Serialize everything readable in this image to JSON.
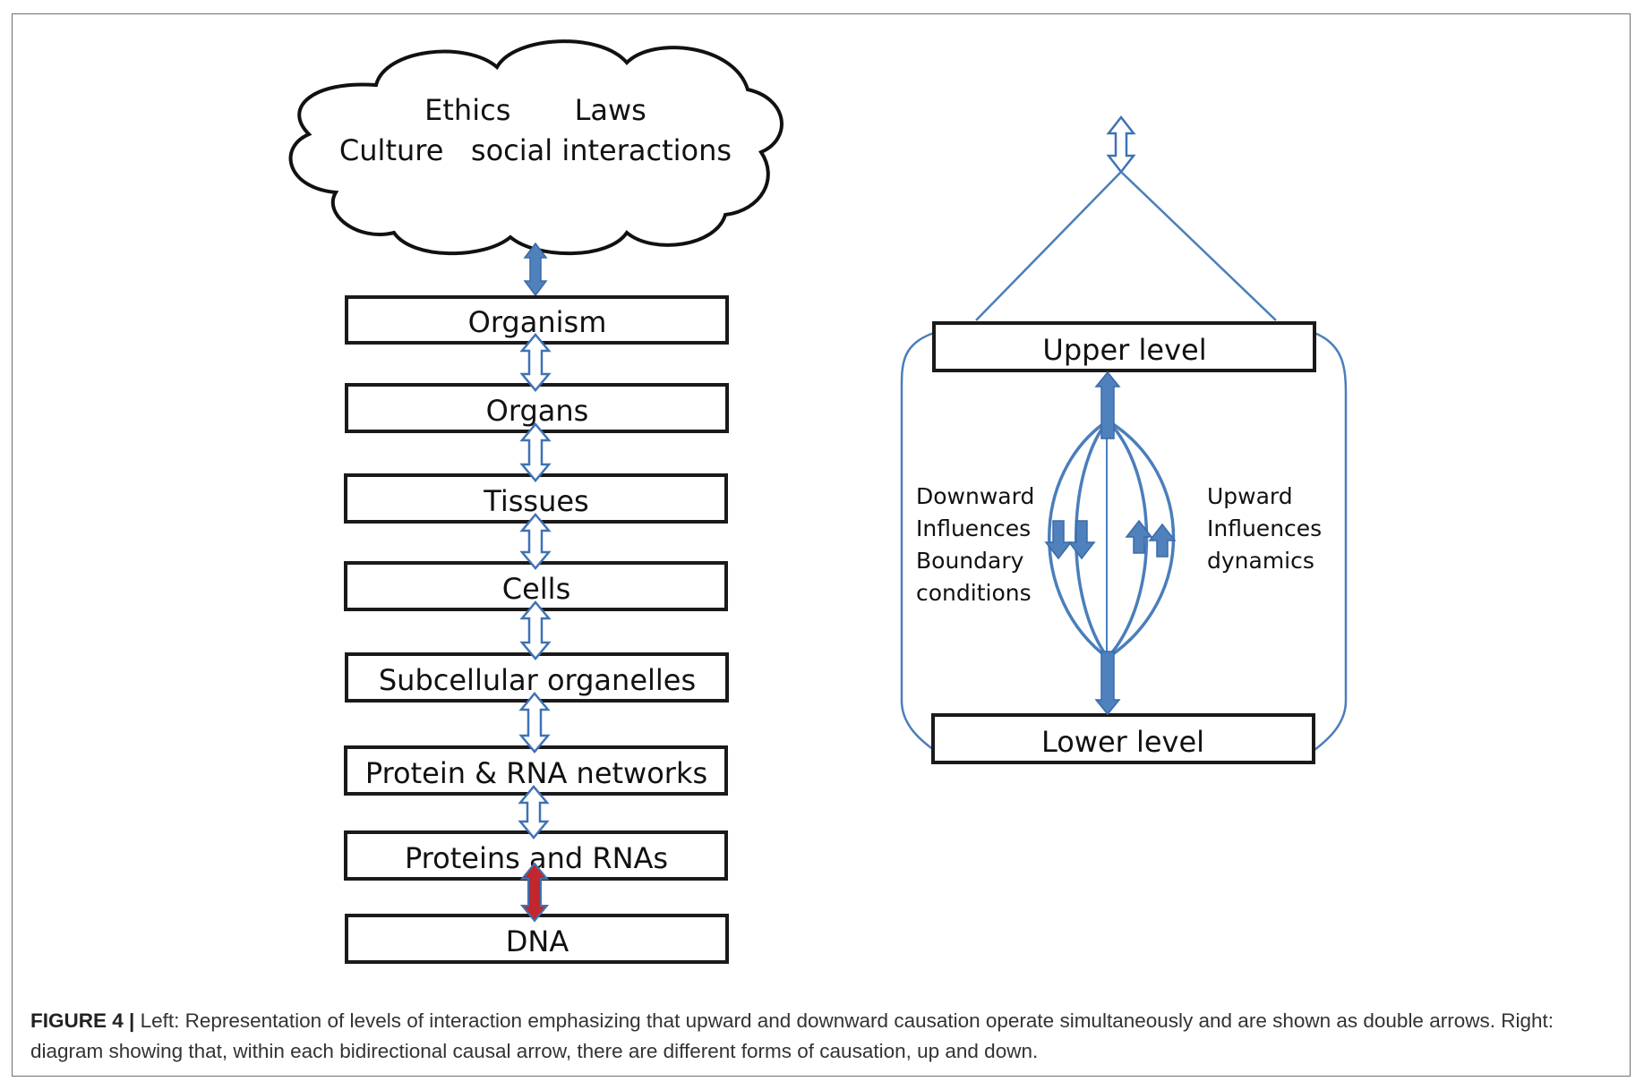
{
  "left_diagram": {
    "cloud_lines": [
      "Ethics       Laws",
      "Culture   social interactions"
    ],
    "levels": [
      "Organism",
      "Organs",
      "Tissues",
      "Cells",
      "Subcellular organelles",
      "Protein & RNA networks",
      "Proteins and RNAs",
      "DNA"
    ],
    "arrow_colors": {
      "solid_blue": "#4f81bd",
      "outline_blue": "#3e72b5",
      "red": "#c0282d"
    }
  },
  "right_diagram": {
    "upper_label": "Upper level",
    "lower_label": "Lower level",
    "downward_lines": [
      "Downward",
      "Influences",
      "Boundary",
      "conditions"
    ],
    "upward_lines": [
      "Upward",
      "Influences",
      "dynamics"
    ],
    "line_color": "#4a7ebb"
  },
  "caption": {
    "figure_label": "FIGURE 4 |",
    "text": " Left: Representation of levels of interaction emphasizing that upward and downward causation operate simultaneously and are shown as double arrows. Right: diagram showing that, within each bidirectional causal arrow, there are different forms of causation, up and down."
  }
}
